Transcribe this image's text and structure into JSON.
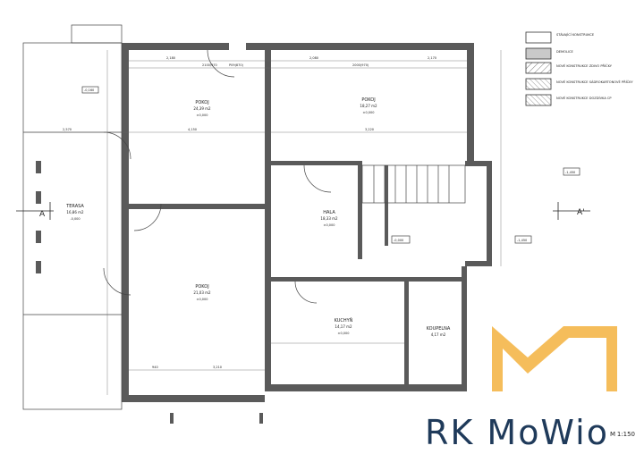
{
  "legend": [
    {
      "label": "STÁVAJÍCÍ KONSTRUKCE",
      "style": "plain"
    },
    {
      "label": "DEMOLICE",
      "style": "gray"
    },
    {
      "label": "NOVÉ KONSTRUKCE ZDIVO PŘÍČKY",
      "style": "hatch"
    },
    {
      "label": "NOVÉ KONSTRUKCE SÁDROKARTONOVÉ PŘÍČKY",
      "style": "hatch2"
    },
    {
      "label": "NOVÉ KONSTRUKCE DOZDÍVKA CP",
      "style": "plain2"
    }
  ],
  "rooms": [
    {
      "id": "pokoj1",
      "name": "POKOJ",
      "area": "24,39 m2",
      "level": "±0,000"
    },
    {
      "id": "pokoj2",
      "name": "POKOJ",
      "area": "18,27 m2",
      "level": "±0,000"
    },
    {
      "id": "hala",
      "name": "HALA",
      "area": "18,33 m2",
      "level": "±0,000"
    },
    {
      "id": "terasa",
      "name": "TERASA",
      "area": "16,86 m2",
      "level": "-0,000"
    },
    {
      "id": "pokoj3",
      "name": "POKOJ",
      "area": "21,03 m2",
      "level": "±0,000"
    },
    {
      "id": "kuchyn",
      "name": "KUCHYŇ",
      "area": "14,17 m2",
      "level": "±0,000"
    },
    {
      "id": "koupelna",
      "name": "KOUPELNA",
      "area": "4,17 m2",
      "level": ""
    }
  ],
  "section_marks": {
    "left": "A",
    "right": "A'"
  },
  "levels": {
    "small1": "-0,000",
    "small2": "-1,450",
    "small3": "-1,450",
    "small4": "-0,160"
  },
  "dims": {
    "top1": "2,180",
    "top2": "2100/970",
    "top3": "P09(870)",
    "top4": "2,080",
    "top5": "2000(970)",
    "top6": "2,170",
    "left1": "2,570",
    "mid1": "4,150",
    "mid2": "3,220",
    "bottom1": "3,210",
    "bottom2": "940"
  },
  "scale": "1:150",
  "watermark": "RK MoWio"
}
